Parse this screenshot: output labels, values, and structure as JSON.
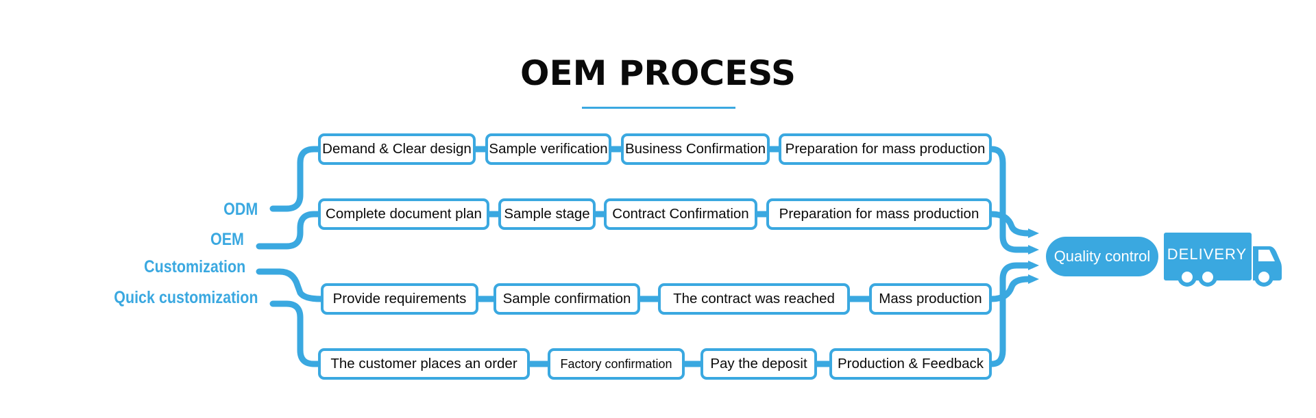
{
  "title": "OEM PROCESS",
  "colors": {
    "accent": "#3aa8e0",
    "text": "#0a0a0a",
    "background": "#ffffff"
  },
  "labels": {
    "odm": "ODM",
    "oem": "OEM",
    "customization": "Customization",
    "quick_customization": "Quick customization"
  },
  "rows": {
    "odm": [
      "Demand & Clear design",
      "Sample verification",
      "Business Confirmation",
      "Preparation for mass production"
    ],
    "oem": [
      "Complete document plan",
      "Sample stage",
      "Contract Confirmation",
      "Preparation for mass production"
    ],
    "customization": [
      "Provide requirements",
      "Sample confirmation",
      "The contract was reached",
      "Mass production"
    ],
    "quick_customization": [
      "The customer places an order",
      "Factory confirmation",
      "Pay the deposit",
      "Production & Feedback"
    ]
  },
  "quality_control": "Quality control",
  "delivery": "DELIVERY",
  "icons": {
    "truck": "delivery-truck-icon",
    "arrow": "arrow-right-icon"
  }
}
